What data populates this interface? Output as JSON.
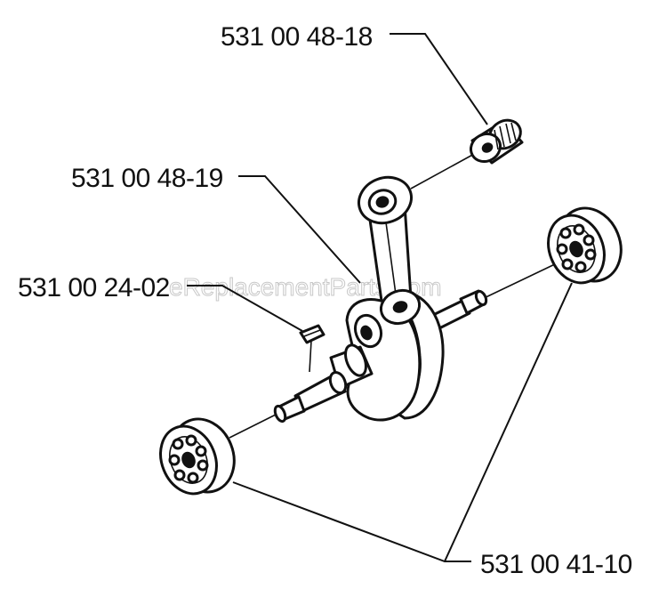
{
  "labels": {
    "piston_pin_bearing": "531 00 48-18",
    "crankshaft": "531 00 48-19",
    "key": "531 00 24-02",
    "ball_bearing": "531 00 41-10"
  },
  "watermark": "eReplacementParts.com",
  "colors": {
    "ink": "#111111",
    "background": "#ffffff",
    "watermark": "#c8c8c8"
  }
}
